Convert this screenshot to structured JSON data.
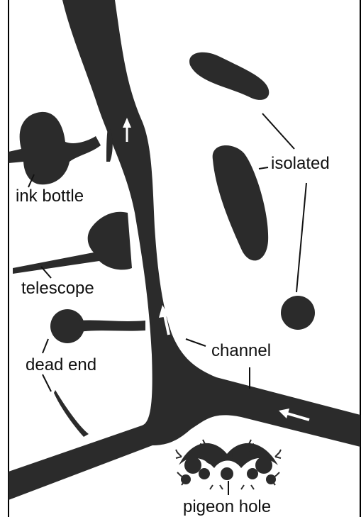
{
  "labels": {
    "ink_bottle": "ink bottle",
    "telescope": "telescope",
    "dead_end": "dead end",
    "isolated": "isolated",
    "channel": "channel",
    "pigeon_hole": "pigeon hole"
  },
  "colors": {
    "pore": "#2b2b2b",
    "background": "#ffffff",
    "frame": "#000000",
    "leader": "#111111",
    "arrow": "#ffffff"
  }
}
